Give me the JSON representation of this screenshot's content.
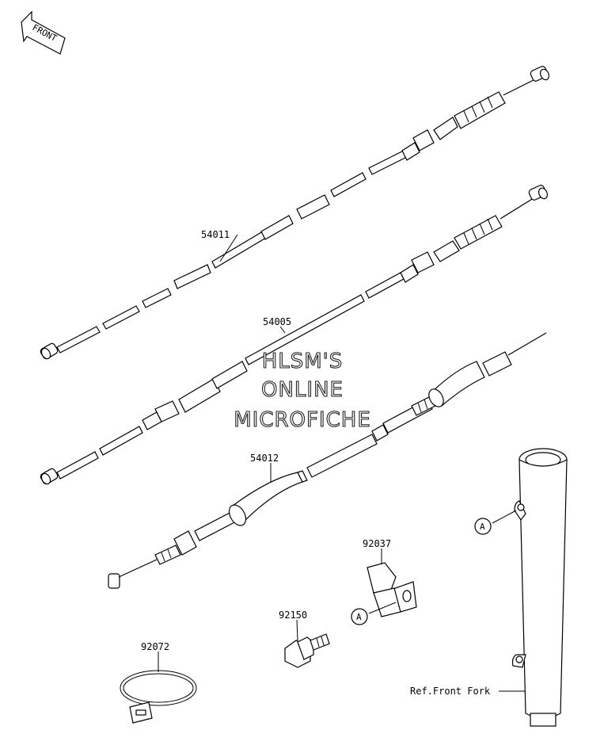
{
  "orientation": {
    "label": "FRONT"
  },
  "parts": [
    {
      "number": "54011"
    },
    {
      "number": "54005"
    },
    {
      "number": "54012"
    },
    {
      "number": "92037"
    },
    {
      "number": "92150"
    },
    {
      "number": "92072"
    }
  ],
  "reference_marks": [
    {
      "letter": "A"
    },
    {
      "letter": "A"
    }
  ],
  "reference_label": "Ref.Front Fork",
  "watermark": {
    "line1": "HLSM'S",
    "line2": "ONLINE",
    "line3": "MICROFICHE"
  }
}
